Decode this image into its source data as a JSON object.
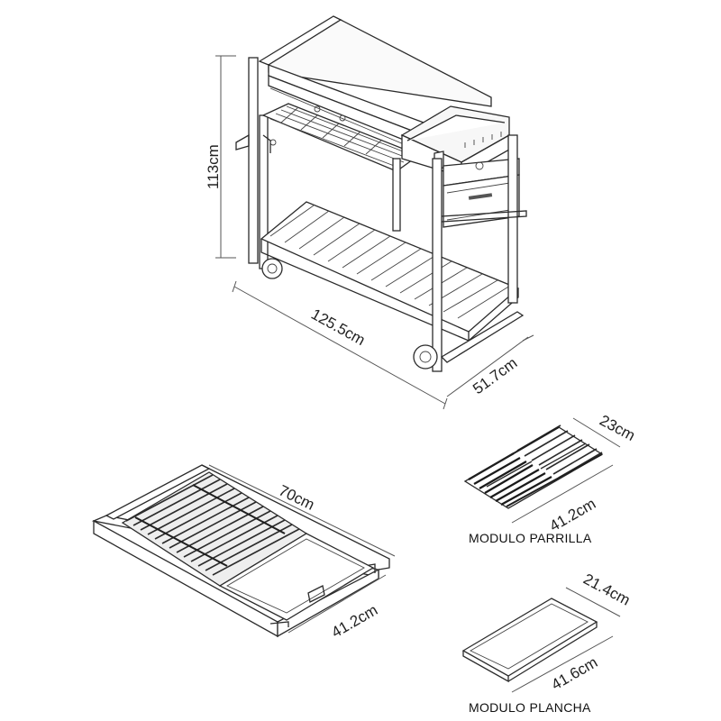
{
  "dimensions": {
    "cart_height": "113cm",
    "cart_length": "125.5cm",
    "cart_depth": "51.7cm",
    "tray_length": "70cm",
    "tray_depth": "41.2cm",
    "parrilla_width": "23cm",
    "parrilla_length": "41.2cm",
    "plancha_width": "21.4cm",
    "plancha_length": "41.6cm"
  },
  "captions": {
    "parrilla": "MODULO PARRILLA",
    "plancha": "MODULO PLANCHA"
  }
}
